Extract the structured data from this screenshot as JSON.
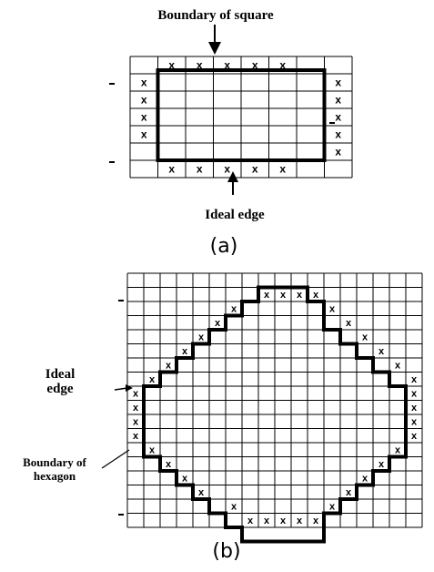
{
  "panel_a": {
    "title": "Boundary of square",
    "edge_label": "Ideal edge",
    "caption": "(a)",
    "mark": "x",
    "grid_size": {
      "cols": 8,
      "rows": 6
    },
    "square_cells": {
      "col_start": 1,
      "col_end": 6,
      "row_start": 1,
      "row_end": 5
    },
    "marked_cells": [
      [
        1,
        0
      ],
      [
        2,
        0
      ],
      [
        3,
        0
      ],
      [
        4,
        0
      ],
      [
        5,
        0
      ],
      [
        0,
        1
      ],
      [
        0,
        2
      ],
      [
        0,
        3
      ],
      [
        0,
        4
      ],
      [
        7,
        1
      ],
      [
        7,
        2
      ],
      [
        7,
        3
      ],
      [
        7,
        4
      ],
      [
        7,
        5
      ],
      [
        1,
        6
      ],
      [
        2,
        6
      ],
      [
        3,
        6
      ],
      [
        4,
        6
      ],
      [
        5,
        6
      ]
    ]
  },
  "panel_b": {
    "edge_label_line1": "Ideal",
    "edge_label_line2": "edge",
    "boundary_label_line1": "Boundary of",
    "boundary_label_line2": "hexagon",
    "caption": "(b)",
    "mark": "x",
    "grid_size": {
      "cols": 18,
      "rows": 18
    },
    "marked_cells": [
      [
        8,
        1
      ],
      [
        9,
        1
      ],
      [
        10,
        1
      ],
      [
        11,
        1
      ],
      [
        6,
        2
      ],
      [
        12,
        2
      ],
      [
        5,
        3
      ],
      [
        13,
        3
      ],
      [
        4,
        4
      ],
      [
        14,
        4
      ],
      [
        3,
        5
      ],
      [
        15,
        5
      ],
      [
        2,
        6
      ],
      [
        16,
        6
      ],
      [
        1,
        7
      ],
      [
        17,
        7
      ],
      [
        0,
        8
      ],
      [
        17,
        8
      ],
      [
        0,
        9
      ],
      [
        17,
        9
      ],
      [
        0,
        10
      ],
      [
        17,
        10
      ],
      [
        0,
        11
      ],
      [
        17,
        11
      ],
      [
        1,
        12
      ],
      [
        16,
        12
      ],
      [
        2,
        13
      ],
      [
        15,
        13
      ],
      [
        3,
        14
      ],
      [
        14,
        14
      ],
      [
        4,
        15
      ],
      [
        13,
        15
      ],
      [
        6,
        16
      ],
      [
        12,
        16
      ],
      [
        7,
        17
      ],
      [
        8,
        17
      ],
      [
        9,
        17
      ],
      [
        10,
        17
      ],
      [
        11,
        17
      ]
    ]
  }
}
